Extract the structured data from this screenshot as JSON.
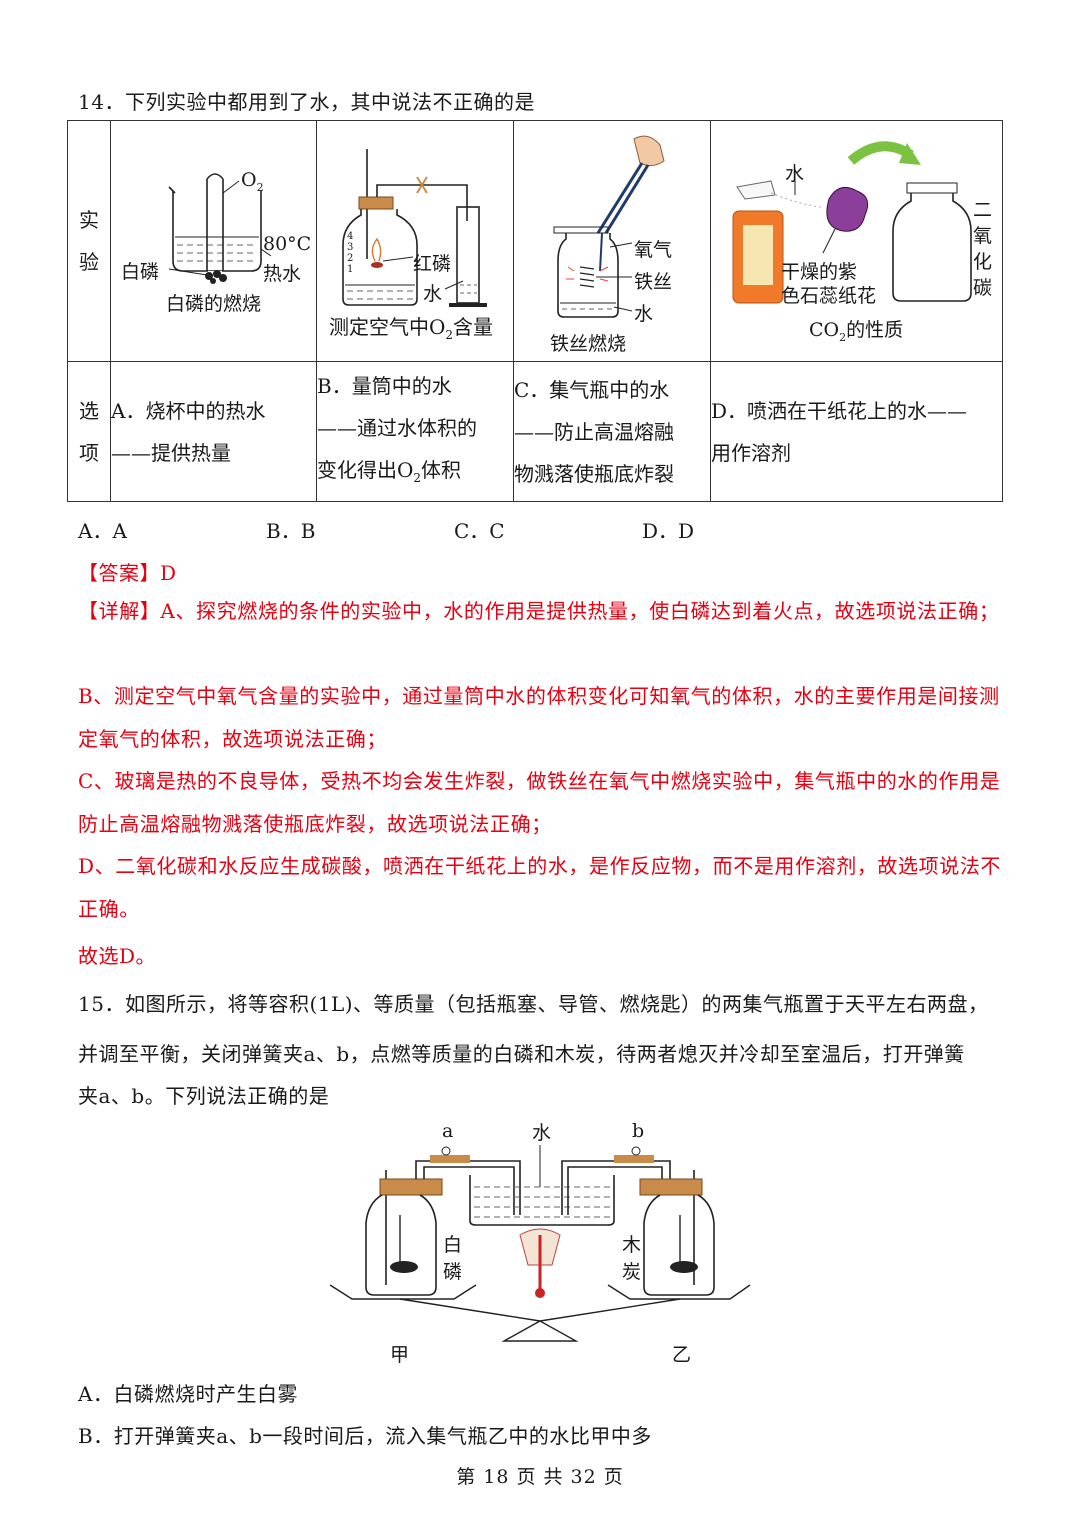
{
  "q14": {
    "title": "14．下列实验中都用到了水，其中说法不正确的是",
    "row1_head": [
      "实",
      "验"
    ],
    "row2_head": [
      "选",
      "项"
    ],
    "fig1": {
      "o2": "O",
      "o2_sub": "2",
      "temp": "80°C",
      "hot_water": "热水",
      "white_p": "白磷",
      "caption": "白磷的燃烧"
    },
    "fig2": {
      "red_p": "红磷",
      "water": "水",
      "caption_pre": "测定空气中O",
      "caption_sub": "2",
      "caption_post": "含量",
      "ticks": [
        "4",
        "3",
        "2",
        "1"
      ]
    },
    "fig3": {
      "oxygen": "氧气",
      "wire": "铁丝",
      "water": "水",
      "caption": "铁丝燃烧"
    },
    "fig4": {
      "water": "水",
      "flower_l1": "干燥的紫",
      "flower_l2": "色石蕊纸花",
      "co2_1": "二",
      "co2_2": "氧",
      "co2_3": "化",
      "co2_4": "碳",
      "caption_pre": "CO",
      "caption_sub": "2",
      "caption_post": "的性质"
    },
    "optA": [
      "A．烧杯中的热水",
      "——提供热量"
    ],
    "optB": [
      "B．量筒中的水",
      "——通过水体积的",
      "变化得出O",
      "2",
      "体积"
    ],
    "optC": [
      "C．集气瓶中的水",
      "——防止高温熔融",
      "物溅落使瓶底炸裂"
    ],
    "optD": [
      "D．喷洒在干纸花上的水——",
      "用作溶剂"
    ],
    "choices": [
      "A．A",
      "B．B",
      "C．C",
      "D．D"
    ],
    "answer": "【答案】D",
    "detail_label": "【详解】",
    "detail_a": "A、探究燃烧的条件的实验中，水的作用是提供热量，使白磷达到着火点，故选项说法正确；",
    "detail_b": "B、测定空气中氧气含量的实验中，通过量筒中水的体积变化可知氧气的体积，水的主要作用是间接测定氧气的体积，故选项说法正确；",
    "detail_c": "C、玻璃是热的不良导体，受热不均会发生炸裂，做铁丝在氧气中燃烧实验中，集气瓶中的水的作用是防止高温熔融物溅落使瓶底炸裂，故选项说法正确；",
    "detail_d": "D、二氧化碳和水反应生成碳酸，喷洒在干纸花上的水，是作反应物，而不是用作溶剂，故选项说法不正确。",
    "conclusion": "故选D。"
  },
  "q15": {
    "line1": "15．如图所示，将等容积(1L)、等质量（包括瓶塞、导管、燃烧匙）的两集气瓶置于天平左右两盘，",
    "line2": "并调至平衡，关闭弹簧夹a、b，点燃等质量的白磷和木炭，待两者熄灭并冷却至室温后，打开弹簧",
    "line3": "夹a、b。下列说法正确的是",
    "fig": {
      "a": "a",
      "b": "b",
      "water": "水",
      "bai": "白",
      "lin": "磷",
      "mu": "木",
      "tan": "炭",
      "jia": "甲",
      "yi": "乙"
    },
    "optA": "A．白磷燃烧时产生白雾",
    "optB": "B．打开弹簧夹a、b一段时间后，流入集气瓶乙中的水比甲中多"
  },
  "footer": "第 18 页 共 32 页",
  "colors": {
    "answer_red": "#e60012",
    "text": "#1a1a1a"
  }
}
